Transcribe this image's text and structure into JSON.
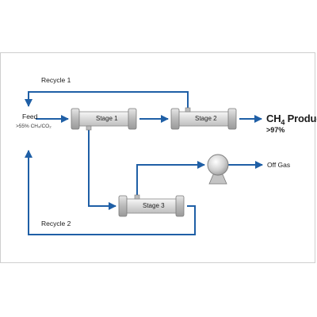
{
  "labels": {
    "recycle1": "Recycle 1",
    "recycle2": "Recycle 2",
    "feed": "Feed",
    "feed_comp": ">55% CH₄/CO₂",
    "stage1": "Stage 1",
    "stage2": "Stage 2",
    "stage3": "Stage 3",
    "product_pre": "CH",
    "product_sub": "4",
    "product_post": " Product",
    "purity": ">97%",
    "offgas": "Off Gas"
  },
  "colors": {
    "line": "#1f5fa6",
    "membrane": "#e8e8e8",
    "membrane_stroke": "#8a8a8a"
  },
  "icons": [
    "compressor-icon"
  ]
}
